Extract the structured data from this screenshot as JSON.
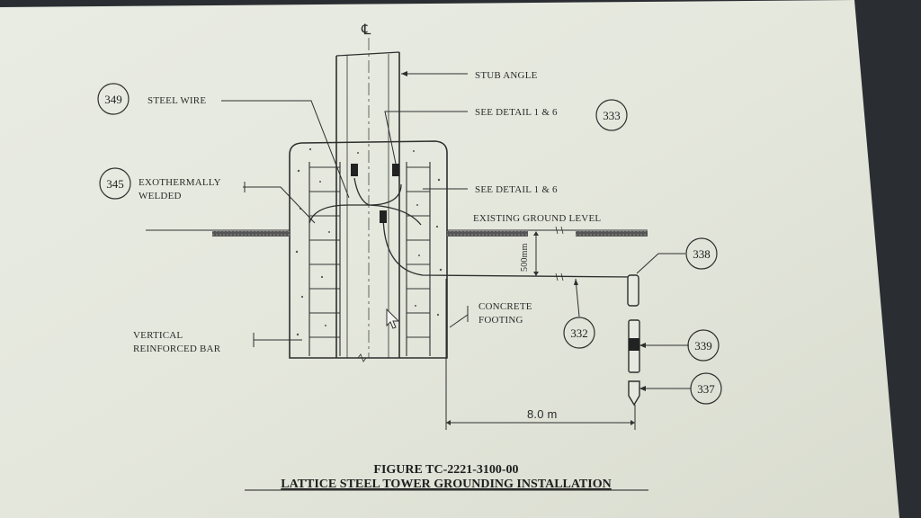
{
  "centerline_symbol": "℄",
  "labels": {
    "stub_angle": "STUB ANGLE",
    "steel_wire": "STEEL WIRE",
    "see_detail_top": "SEE DETAIL 1 & 6",
    "see_detail_mid": "SEE DETAIL 1 & 6",
    "exothermally_1": "EXOTHERMALLY",
    "exothermally_2": "WELDED",
    "existing_ground": "EXISTING GROUND LEVEL",
    "depth": "500mm",
    "concrete_1": "CONCRETE",
    "concrete_2": "FOOTING",
    "vertical_1": "VERTICAL",
    "vertical_2": "REINFORCED BAR",
    "distance": "8.0 m"
  },
  "bubbles": {
    "b349": "349",
    "b345": "345",
    "b333": "333",
    "b338": "338",
    "b339": "339",
    "b337": "337",
    "b332": "332"
  },
  "figure": {
    "number": "FIGURE TC-2221-3100-00",
    "title": "LATTICE STEEL TOWER GROUNDING INSTALLATION"
  },
  "colors": {
    "paper": "#e6e9df",
    "ink": "#2e2e2e",
    "screen_frame": "#2a2d31"
  }
}
